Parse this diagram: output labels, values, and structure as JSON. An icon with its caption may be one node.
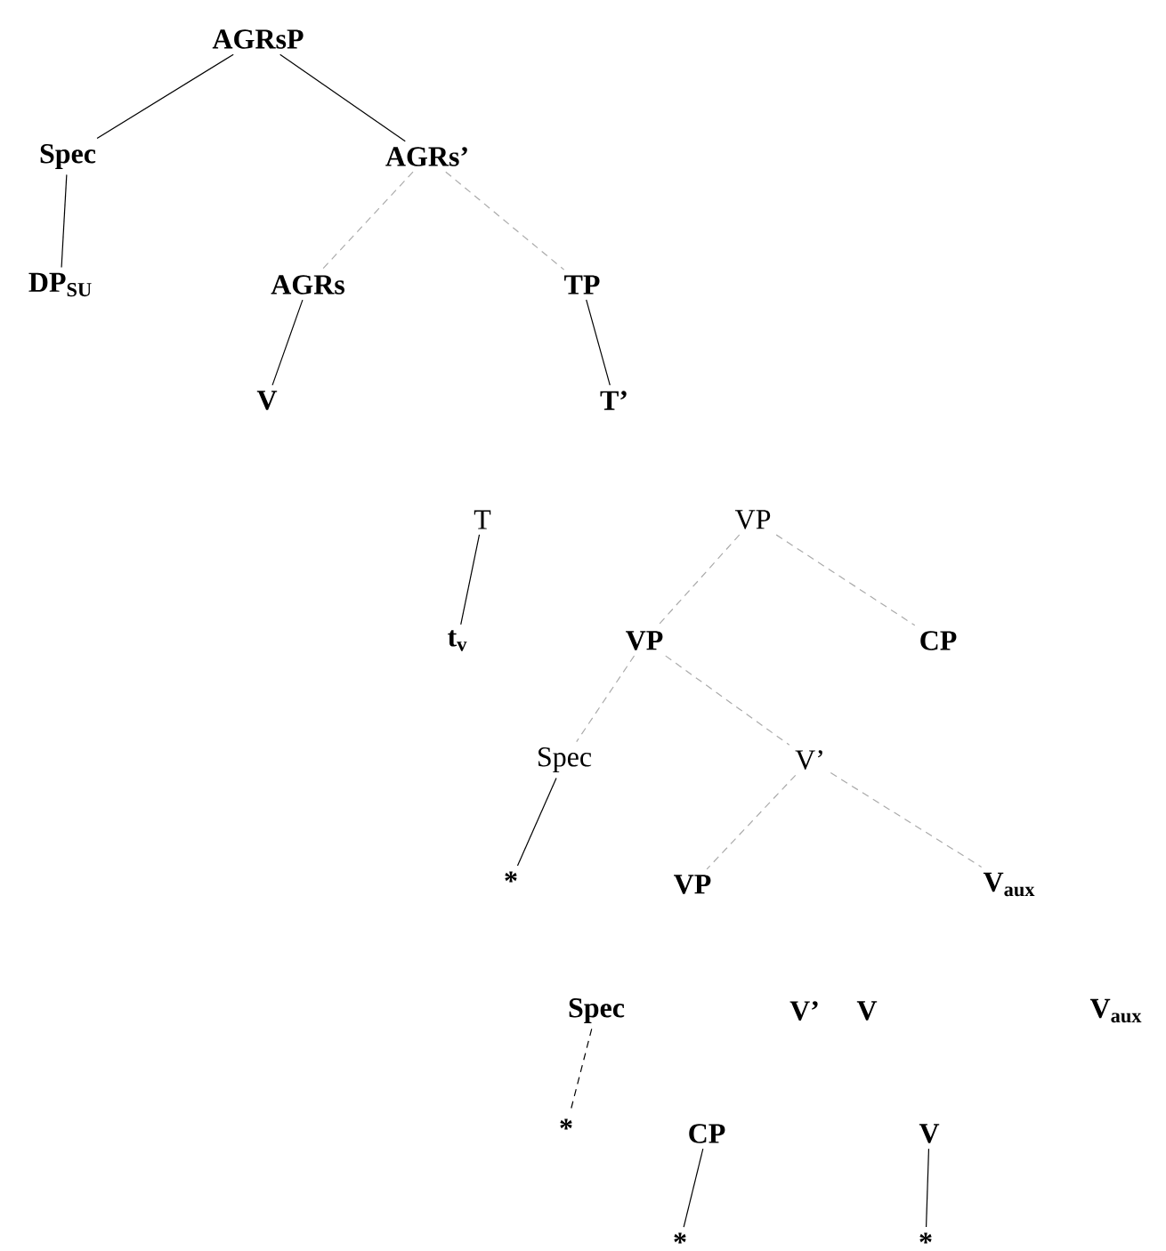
{
  "diagram": {
    "nodes": [
      {
        "text": [
          "AGRsP"
        ]
      },
      {
        "text": [
          "Spec"
        ]
      },
      {
        "text": [
          "AGRs’"
        ]
      },
      {
        "text": [
          "DP$_{SU}$"
        ]
      },
      {
        "text": [
          "AGRs"
        ]
      },
      {
        "text": [
          "TP"
        ]
      },
      {
        "text": [
          "V"
        ]
      },
      {
        "text": [
          "T’"
        ]
      },
      {
        "text": [
          "T"
        ]
      },
      {
        "text": [
          "VP"
        ]
      },
      {
        "text": [
          "t$_{v}$"
        ]
      },
      {
        "text": [
          "VP"
        ]
      },
      {
        "text": [
          "CP"
        ]
      },
      {
        "text": [
          "Spec"
        ]
      },
      {
        "text": [
          "V’"
        ]
      },
      {
        "text": [
          "*"
        ]
      },
      {
        "text": [
          "VP"
        ]
      },
      {
        "text": [
          "V$_{aux}$"
        ]
      },
      {
        "text": [
          "Spec"
        ]
      },
      {
        "text": [
          "V’"
        ]
      },
      {
        "text": [
          "V"
        ]
      },
      {
        "text": [
          "V$_{aux}$"
        ]
      },
      {
        "text": [
          "*"
        ]
      },
      {
        "text": [
          "CP"
        ]
      },
      {
        "text": [
          "V"
        ]
      },
      {
        "text": [
          "*"
        ]
      },
      {
        "text": [
          "*"
        ]
      }
    ],
    "edges": [
      {
        "from": 0,
        "to": 1,
        "arrow": "none"
      },
      {
        "from": 0,
        "to": 2,
        "arrow": "none"
      },
      {
        "from": 1,
        "to": 3,
        "arrow": "none"
      },
      {
        "from": 2,
        "to": 4,
        "arrow": "none",
        "style": "dashed",
        "color": "#aaaaaa"
      },
      {
        "from": 2,
        "to": 5,
        "arrow": "none",
        "style": "dashed",
        "color": "#aaaaaa"
      },
      {
        "from": 4,
        "to": 6,
        "arrow": "none"
      },
      {
        "from": 5,
        "to": 7,
        "arrow": "none"
      },
      {
        "from": 8,
        "to": 10,
        "arrow": "none"
      },
      {
        "from": 9,
        "to": 11,
        "arrow": "none",
        "style": "dashed",
        "color": "#aaaaaa"
      },
      {
        "from": 9,
        "to": 12,
        "arrow": "none",
        "style": "dashed",
        "color": "#aaaaaa"
      },
      {
        "from": 11,
        "to": 13,
        "arrow": "none",
        "style": "dashed",
        "color": "#aaaaaa"
      },
      {
        "from": 11,
        "to": 14,
        "arrow": "none",
        "style": "dashed",
        "color": "#aaaaaa"
      },
      {
        "from": 13,
        "to": 15,
        "arrow": "none"
      },
      {
        "from": 14,
        "to": 16,
        "arrow": "none",
        "style": "dashed",
        "color": "#aaaaaa"
      },
      {
        "from": 14,
        "to": 17,
        "arrow": "none",
        "style": "dashed",
        "color": "#aaaaaa"
      },
      {
        "from": 18,
        "to": 22,
        "arrow": "none",
        "style": "dashed"
      },
      {
        "from": 23,
        "to": 25,
        "arrow": "none"
      },
      {
        "from": 24,
        "to": 26,
        "arrow": "none"
      }
    ]
  }
}
